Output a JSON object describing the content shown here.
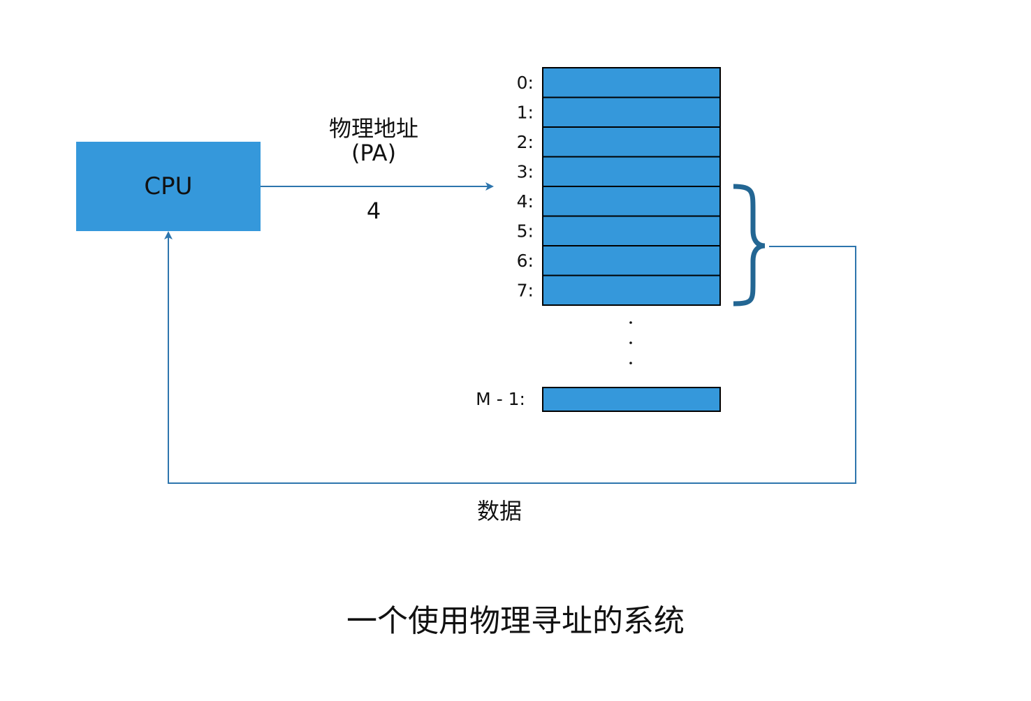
{
  "cpu_label": "CPU",
  "address_label": "物理地址",
  "address_abbr": "(PA)",
  "address_value": "4",
  "memory_rows": [
    "0:",
    "1:",
    "2:",
    "3:",
    "4:",
    "5:",
    "6:",
    "7:"
  ],
  "last_row_label": "M - 1:",
  "data_label": "数据",
  "caption": "一个使用物理寻址的系统",
  "colors": {
    "cell": "#3598db",
    "wire": "#2d75ad",
    "brace": "#236693"
  }
}
